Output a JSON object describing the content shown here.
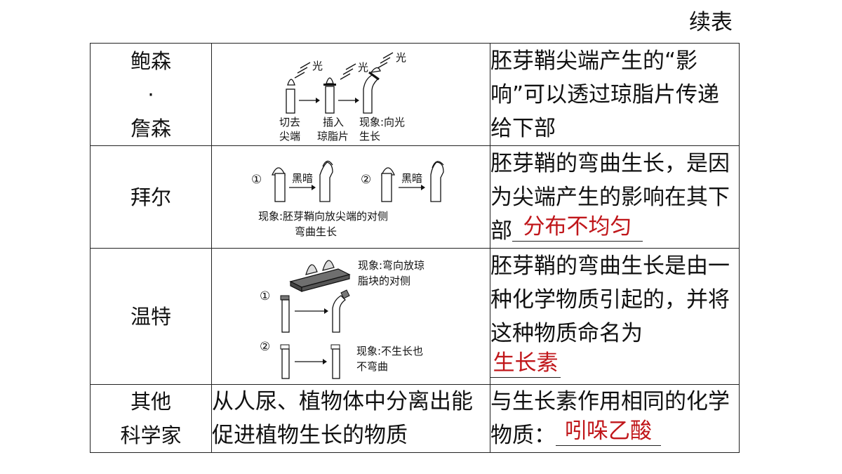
{
  "continued_label": "续表",
  "rows": [
    {
      "scientist": [
        "鲍森",
        "·",
        "詹森"
      ],
      "figure": {
        "light": "光",
        "step1": [
          "切去",
          "尖端"
        ],
        "step2": [
          "插入",
          "琼脂片"
        ],
        "step3": [
          "现象:向光",
          "生长"
        ]
      },
      "conclusion": "胚芽鞘尖端产生的“影响”可以透过琼脂片传递给下部"
    },
    {
      "scientist": [
        "拜尔"
      ],
      "figure": {
        "label1": "①",
        "label2": "②",
        "dark": "黑暗",
        "phenomenon": [
          "现象:胚芽鞘向放尖端的对侧",
          "弯曲生长"
        ]
      },
      "conclusion_prefix": "胚芽鞘的弯曲生长，是因为尖端产生的影响在其下部",
      "answer": "分布不均匀"
    },
    {
      "scientist": [
        "温特"
      ],
      "figure": {
        "label1": "①",
        "label2": "②",
        "phenomenon1": [
          "现象:弯向放琼",
          "脂块的对侧"
        ],
        "phenomenon2": [
          "现象:不生长也",
          "不弯曲"
        ]
      },
      "conclusion_prefix": "胚芽鞘的弯曲生长是由一种化学物质引起的，并将这种物质命名为",
      "answer": "生长素"
    },
    {
      "scientist": [
        "其他",
        "科学家"
      ],
      "finding": "从人尿、植物体中分离出能促进植物生长的物质",
      "conclusion_prefix": "与生长素作用相同的化学物质：",
      "answer": "吲哚乙酸"
    }
  ]
}
